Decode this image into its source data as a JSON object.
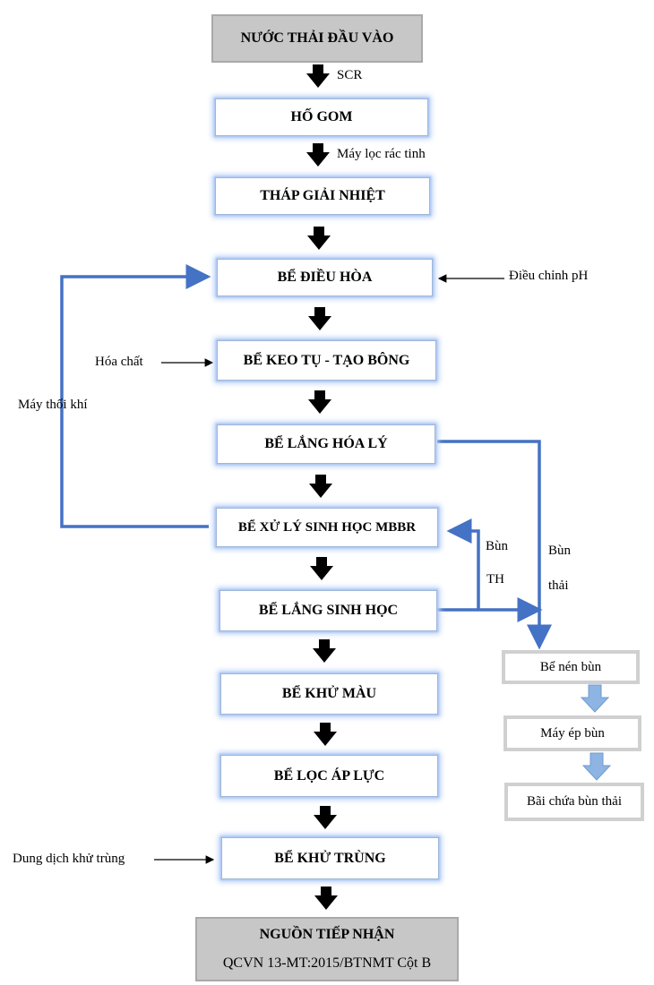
{
  "boxes": {
    "influent": "NƯỚC THẢI ĐẦU VÀO",
    "collection_pit": "HỐ GOM",
    "cooling_tower": "THÁP GIẢI NHIỆT",
    "equalization": "BỂ ĐIỀU HÒA",
    "coagulation": "BỂ KEO TỤ - TẠO BÔNG",
    "chem_settling": "BỂ LẮNG HÓA LÝ",
    "mbbr": "BỂ XỬ LÝ SINH HỌC MBBR",
    "bio_settling": "BỂ LẮNG SINH HỌC",
    "decolor": "BỂ KHỬ MÀU",
    "pressure_filter": "BỂ LỌC ÁP LỰC",
    "disinfection": "BỂ KHỬ TRÙNG",
    "receiver_title": "NGUỒN TIẾP NHẬN",
    "receiver_standard": "QCVN 13-MT:2015/BTNMT Cột B"
  },
  "labels": {
    "scr": "SCR",
    "fine_screen": "Máy lọc rác tinh",
    "ph_adjust": "Điều chỉnh pH",
    "chemicals": "Hóa chất",
    "blower": "Máy thổi khí",
    "return_sludge_1": "Bùn",
    "return_sludge_2": "TH",
    "waste_sludge_1": "Bùn",
    "waste_sludge_2": "thải",
    "disinfectant": "Dung dịch khử trùng"
  },
  "sludge_line": {
    "thickener": "Bể nén bùn",
    "press": "Máy ép bùn",
    "storage": "Bãi chứa bùn thải"
  },
  "colors": {
    "flow_line": "#4472c4",
    "box_glow": "#b9d0f7",
    "grey_box": "#c7c7c7",
    "sludge_arrow": "#8db4e2"
  }
}
